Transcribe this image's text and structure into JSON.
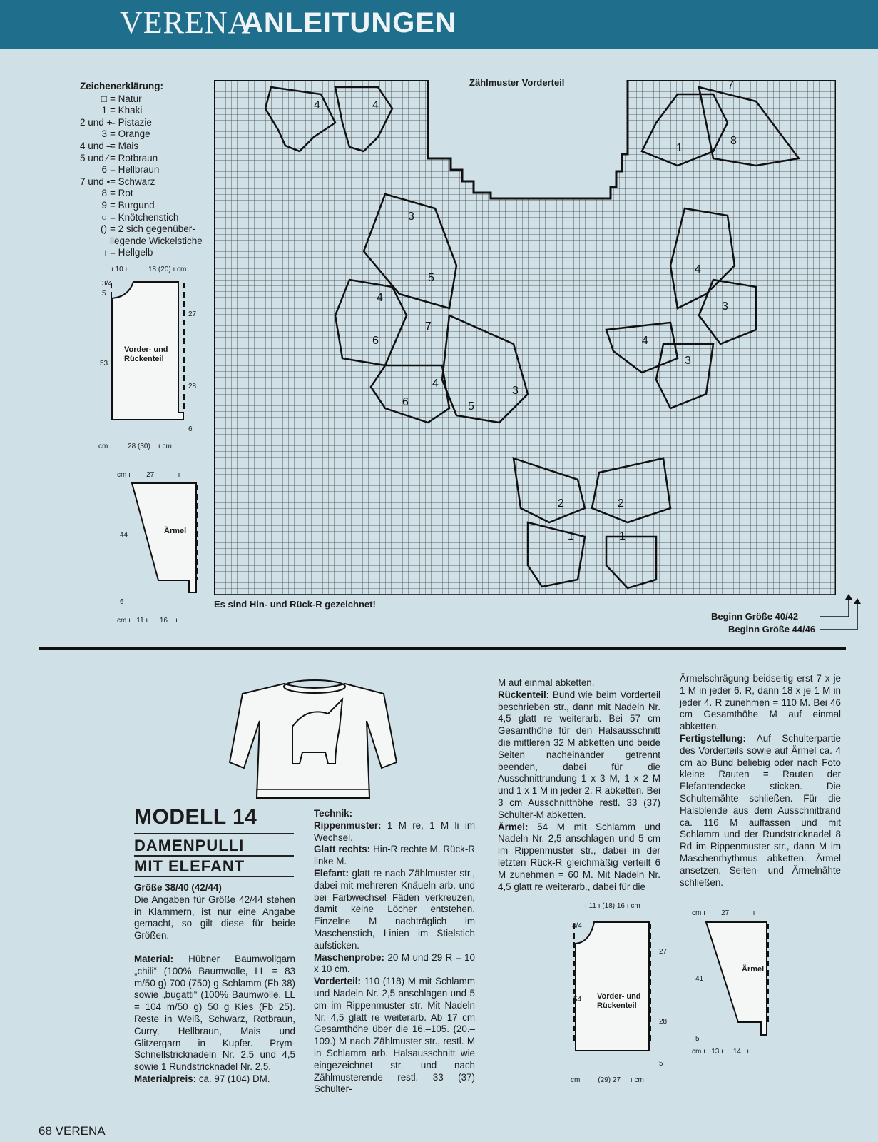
{
  "header": {
    "brand": "VERENA",
    "section": "ANLEITUNGEN"
  },
  "legend": {
    "title": "Zeichenerklärung:",
    "items": [
      {
        "sym": "□",
        "text": "= Natur"
      },
      {
        "sym": "1",
        "text": "= Khaki"
      },
      {
        "sym": "2 und +",
        "text": "= Pistazie"
      },
      {
        "sym": "3",
        "text": "= Orange"
      },
      {
        "sym": "4 und –",
        "text": "= Mais"
      },
      {
        "sym": "5 und ∕",
        "text": "= Rotbraun"
      },
      {
        "sym": "6",
        "text": "= Hellbraun"
      },
      {
        "sym": "7 und •",
        "text": "= Schwarz"
      },
      {
        "sym": "8",
        "text": "= Rot"
      },
      {
        "sym": "9",
        "text": "= Burgund"
      },
      {
        "sym": "○",
        "text": "= Knötchenstich"
      },
      {
        "sym": "()",
        "text": "= 2 sich gegenüber-"
      },
      {
        "sym": "",
        "text": "liegende Wickelstiche"
      },
      {
        "sym": "ı",
        "text": "= Hellgelb"
      }
    ]
  },
  "chart": {
    "title": "Zählmuster Vorderteil",
    "note": "Es sind Hin- und Rück-R gezeichnet!",
    "start1": "Beginn Größe 40/42",
    "start2": "Beginn Größe 44/46",
    "labels": [
      "4",
      "4",
      "7",
      "8",
      "1",
      "3",
      "5",
      "4",
      "7",
      "6",
      "4",
      "3",
      "6",
      "5",
      "4",
      "3",
      "4",
      "3",
      "2",
      "2",
      "1",
      "1"
    ]
  },
  "schematic_top": {
    "body": {
      "label": "Vorder- und Rückenteil",
      "t1": "10",
      "t2": "18 (20)",
      "unit": "cm",
      "s1": "3/4",
      "s2": "5",
      "h27": "27",
      "h53": "53",
      "h28": "28",
      "h6": "6",
      "w": "28 (30)"
    },
    "sleeve": {
      "label": "Ärmel",
      "w27": "27",
      "h44": "44",
      "h6": "6",
      "b11": "11",
      "b16": "16",
      "unit": "cm"
    }
  },
  "article": {
    "model": "MODELL 14",
    "title1": "DAMENPULLI",
    "title2": "MIT ELEFANT",
    "size_label": "Größe 38/40 (42/44)",
    "size_text": "Die Angaben für Größe 42/44 stehen in Klammern, ist nur eine Angabe gemacht, so gilt diese für beide Größen.",
    "material_label": "Material:",
    "material_text": "Hübner Baumwollgarn „chili“ (100% Baumwolle, LL = 83 m/50 g) 700 (750) g Schlamm (Fb 38) sowie „bugatti“ (100% Baumwolle, LL = 104 m/50 g) 50 g Kies (Fb 25). Reste in Weiß, Schwarz, Rotbraun, Curry, Hellbraun, Mais und Glitzergarn in Kupfer. Prym-Schnellstricknadeln Nr. 2,5 und 4,5 sowie 1 Rundstricknadel Nr. 2,5.",
    "price_label": "Materialpreis:",
    "price_text": "ca. 97 (104) DM.",
    "col2": [
      {
        "label": "Technik:",
        "text": ""
      },
      {
        "label": "Rippenmuster:",
        "text": "1 M re, 1 M li im Wechsel."
      },
      {
        "label": "Glatt rechts:",
        "text": "Hin-R rechte M, Rück-R linke M."
      },
      {
        "label": "Elefant:",
        "text": "glatt re nach Zählmuster str., dabei mit mehreren Knäueln arb. und bei Farbwechsel Fäden verkreuzen, damit keine Löcher entstehen. Einzelne M nachträglich im Maschenstich, Linien im Stielstich aufsticken."
      },
      {
        "label": "Maschenprobe:",
        "text": "20 M und 29 R = 10 x 10 cm."
      },
      {
        "label": "Vorderteil:",
        "text": "110 (118) M mit Schlamm und Nadeln Nr. 2,5 anschlagen und 5 cm im Rippenmuster str. Mit Nadeln Nr. 4,5 glatt re weiterarb. Ab 17 cm Gesamthöhe über die 16.–105. (20.–109.) M nach Zählmuster str., restl. M in Schlamm arb. Halsausschnitt wie eingezeichnet str. und nach Zählmusterende restl. 33 (37) Schulter-"
      }
    ],
    "col3": [
      {
        "label": "",
        "text": "M auf einmal abketten."
      },
      {
        "label": "Rückenteil:",
        "text": "Bund wie beim Vorderteil beschrieben str., dann mit Nadeln Nr. 4,5 glatt re weiterarb. Bei 57 cm Gesamthöhe für den Halsausschnitt die mittleren 32 M abketten und beide Seiten nacheinander getrennt beenden, dabei für die Ausschnittrundung 1 x 3 M, 1 x 2 M und 1 x 1 M in jeder 2. R abketten. Bei 3 cm Ausschnitthöhe restl. 33 (37) Schulter-M abketten."
      },
      {
        "label": "Ärmel:",
        "text": "54 M mit Schlamm und Nadeln Nr. 2,5 anschlagen und 5 cm im Rippenmuster str., dabei in der letzten Rück-R gleichmäßig verteilt 6 M zunehmen = 60 M. Mit Nadeln Nr. 4,5 glatt re weiterarb., dabei für die"
      }
    ],
    "col4": [
      {
        "label": "",
        "text": "Ärmelschrägung beidseitig erst 7 x je 1 M in jeder 6. R, dann 18 x je 1 M in jeder 4. R zunehmen = 110 M. Bei 46 cm Gesamthöhe M auf einmal abketten."
      },
      {
        "label": "Fertigstellung:",
        "text": "Auf Schulterpartie des Vorderteils sowie auf Ärmel ca. 4 cm ab Bund beliebig oder nach Foto kleine Rauten = Rauten der Elefantendecke sticken. Die Schulternähte schließen. Für die Halsblende aus dem Ausschnittrand ca. 116 M auffassen und mit Schlamm und der Rundstricknadel 8 Rd im Rippenmuster str., dann M im Maschenrhythmus abketten. Ärmel ansetzen, Seiten- und Ärmelnähte schließen."
      }
    ]
  },
  "schematic_bottom": {
    "body": {
      "label": "Vorder- und Rückenteil",
      "t1": "11",
      "t2": "(18)",
      "t3": "16",
      "unit": "cm",
      "s1": "3/4",
      "h27": "27",
      "h54": "54",
      "h28": "28",
      "h5": "5",
      "w": "(29) 27"
    },
    "sleeve": {
      "label": "Ärmel",
      "w27": "27",
      "h41": "41",
      "h5": "5",
      "b13": "13",
      "b14": "14",
      "unit": "cm"
    }
  },
  "footer": {
    "page": "68",
    "brand": "VERENA"
  }
}
